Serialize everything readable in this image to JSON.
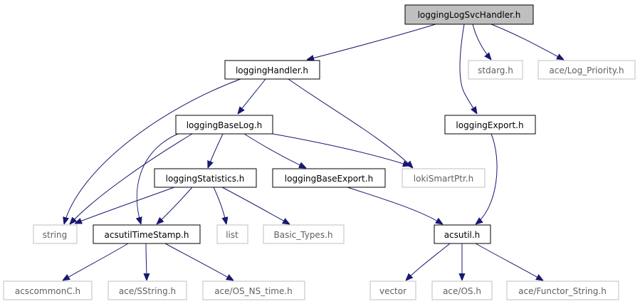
{
  "nodes": {
    "root": "loggingLogSvcHandler.h",
    "handler": "loggingHandler.h",
    "stdarg": "stdarg.h",
    "logprio": "ace/Log_Priority.h",
    "baselog": "loggingBaseLog.h",
    "export": "loggingExport.h",
    "stats": "loggingStatistics.h",
    "baseexport": "loggingBaseExport.h",
    "loki": "lokiSmartPtr.h",
    "string": "string",
    "timestamp": "acsutilTimeStamp.h",
    "list": "list",
    "basictypes": "Basic_Types.h",
    "acsutil": "acsutil.h",
    "acscommon": "acscommonC.h",
    "sstring": "ace/SString.h",
    "osns": "ace/OS_NS_time.h",
    "vector": "vector",
    "aceos": "ace/OS.h",
    "functor": "ace/Functor_String.h"
  },
  "colors": {
    "edge": "#191970",
    "root_fill": "#bfbfbf",
    "external_border": "#bfbfbf",
    "internal_border": "#000000"
  }
}
